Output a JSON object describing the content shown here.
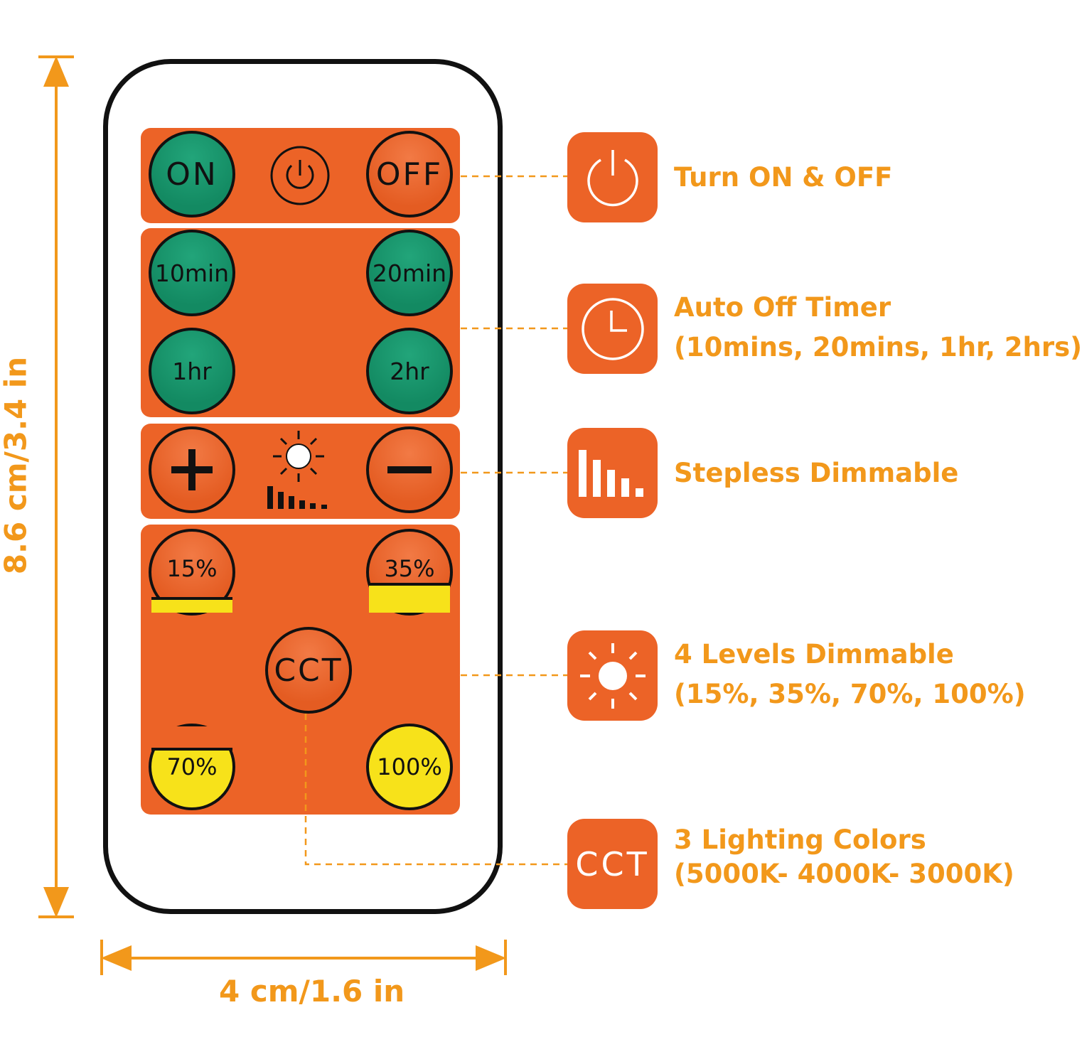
{
  "dimensions": {
    "height_label": "8.6 cm/3.4 in",
    "width_label": "4 cm/1.6 in"
  },
  "remote": {
    "power_row": {
      "on": "ON",
      "off": "OFF",
      "power_icon": "power-icon"
    },
    "timer_row": {
      "t10": "10min",
      "t20": "20min",
      "t1h": "1hr",
      "t2h": "2hr"
    },
    "dim_row": {
      "plus": "+",
      "minus": "−",
      "icon": "sun-brightness-bars-icon"
    },
    "level_row": {
      "l15": "15%",
      "l35": "35%",
      "cct": "CCT",
      "l70": "70%",
      "l100": "100%"
    }
  },
  "features": [
    {
      "icon": "power-icon",
      "line1": "Turn ON & OFF",
      "line2": ""
    },
    {
      "icon": "clock-icon",
      "line1": "Auto Off Timer",
      "line2": "(10mins, 20mins, 1hr, 2hrs)"
    },
    {
      "icon": "bars-icon",
      "line1": "Stepless Dimmable",
      "line2": ""
    },
    {
      "icon": "sun-icon",
      "line1": "4 Levels Dimmable",
      "line2": "(15%, 35%, 70%, 100%)"
    },
    {
      "icon": "cct-icon",
      "icon_text": "CCT",
      "line1": "3 Lighting Colors",
      "line2": "(5000K- 4000K- 3000K)"
    }
  ],
  "colors": {
    "accent_orange": "#ec6327",
    "label_orange": "#f2981b",
    "button_green": "#138a62",
    "button_yellow": "#f7e21a"
  }
}
